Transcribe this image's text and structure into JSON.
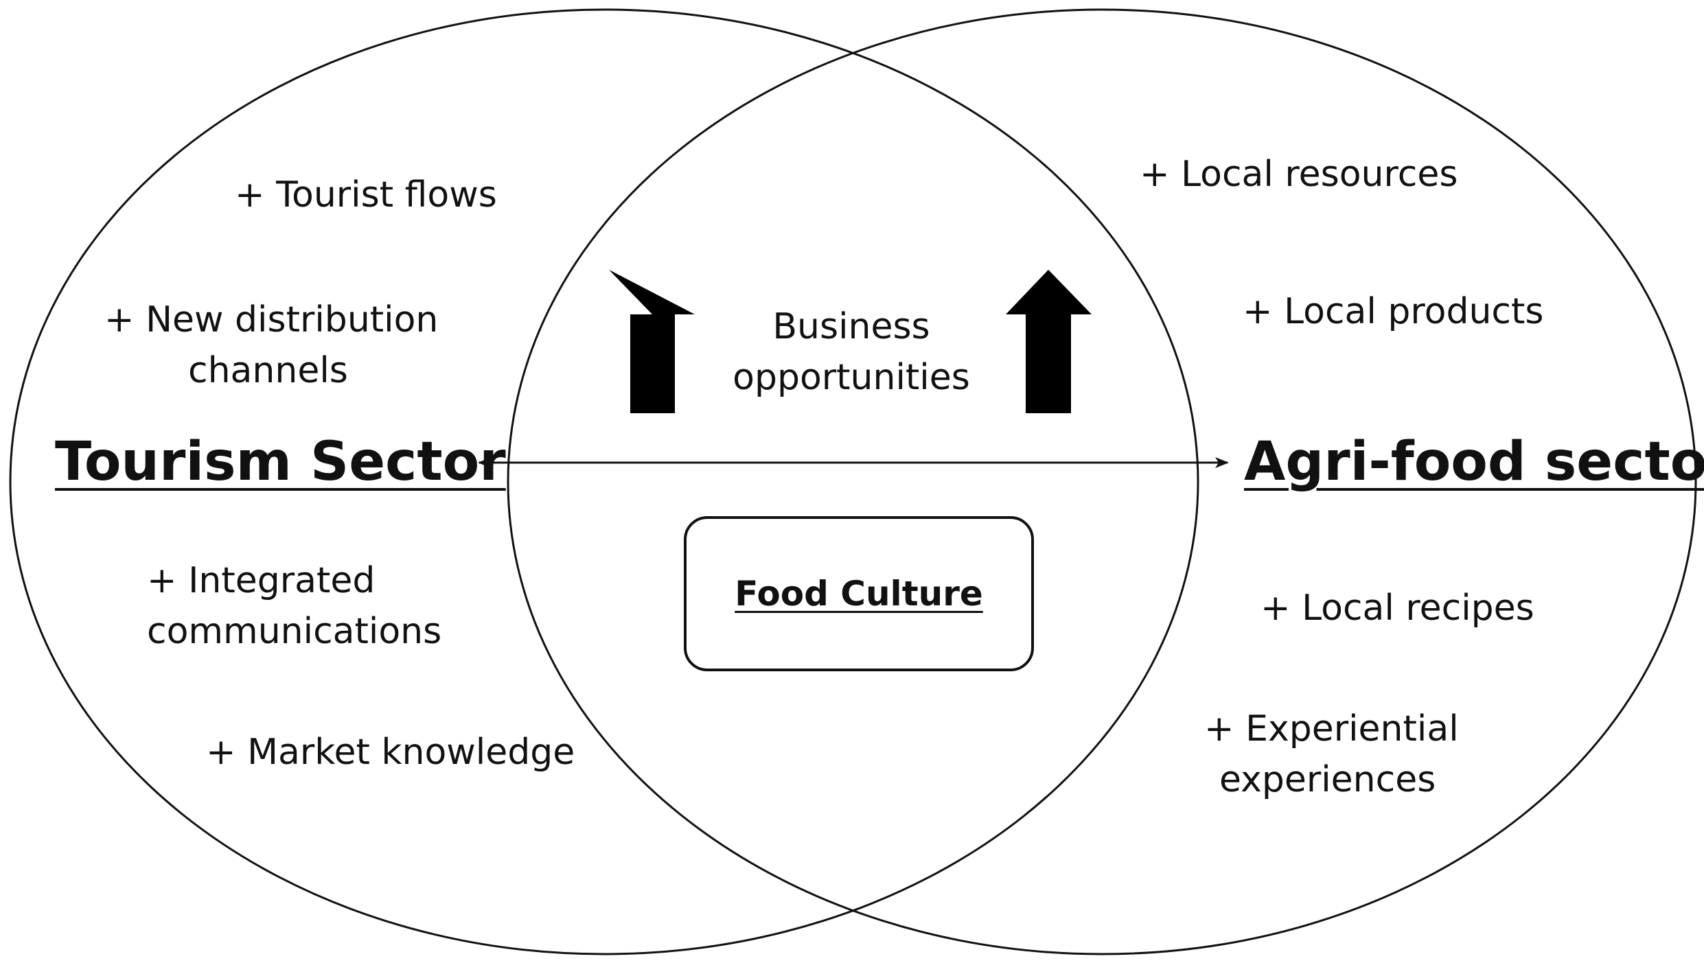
{
  "diagram": {
    "left_sector": {
      "title": "Tourism Sector"
    },
    "right_sector": {
      "title": "Agri-food sector"
    },
    "overlap": {
      "label_line1": "Business",
      "label_line2": "opportunities",
      "box_label": "Food Culture"
    },
    "left_items": {
      "item1": "+ Tourist flows",
      "item2_line1": "+ New distribution",
      "item2_line2": "channels",
      "item3_line1": "+ Integrated",
      "item3_line2": "communications",
      "item4": "+ Market knowledge"
    },
    "right_items": {
      "item1": "+ Local resources",
      "item2": "+ Local products",
      "item3": "+ Local recipes",
      "item4_line1": "+ Experiential",
      "item4_line2": "experiences"
    }
  }
}
